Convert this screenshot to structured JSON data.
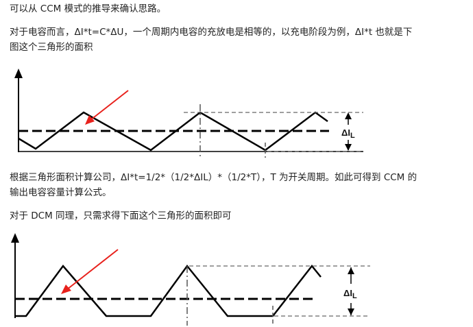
{
  "paragraphs": [
    "可以从 CCM 模式的推导来确认思路。",
    "对于电容而言，ΔI*t=C*ΔU，一个周期内电容的充放电是相等的，以充电阶段为例，ΔI*t 也就是下",
    "图这个三角形的面积",
    "根据三角形面积计算公司，ΔI*t=1/2*（1/2*ΔIL）*（1/2*T），T 为开关周期。如此可得到 CCM 的",
    "输出电容容量计算公式。",
    "对于 DCM 同理，只需求得下面这个三角形的面积即可"
  ],
  "figure_ccm": {
    "label_main": "ΔI",
    "label_sub": "L"
  },
  "figure_dcm": {
    "label_main": "ΔI",
    "label_sub": "L"
  },
  "colors": {
    "text": "#222222",
    "waveform": "#000000",
    "arrow": "#e8211c",
    "guide": "#555555"
  }
}
